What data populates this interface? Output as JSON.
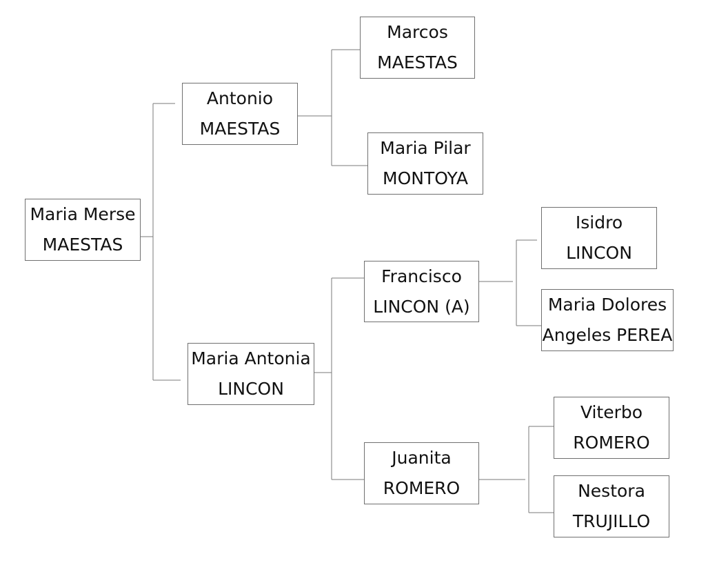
{
  "people": {
    "root": {
      "given": "Maria Merse",
      "surname": "MAESTAS"
    },
    "father": {
      "given": "Antonio",
      "surname": "MAESTAS"
    },
    "mother": {
      "given": "Maria Antonia",
      "surname": "LINCON"
    },
    "father_father": {
      "given": "Marcos",
      "surname": "MAESTAS"
    },
    "father_mother": {
      "given": "Maria Pilar",
      "surname": "MONTOYA"
    },
    "mother_father": {
      "given": "Francisco",
      "surname": "LINCON (A)"
    },
    "mother_mother": {
      "given": "Juanita",
      "surname": "ROMERO"
    },
    "mother_father_father": {
      "given": "Isidro",
      "surname": "LINCON"
    },
    "mother_father_mother": {
      "given": "Maria Dolores",
      "surname": "Angeles PEREA"
    },
    "mother_mother_father": {
      "given": "Viterbo",
      "surname": "ROMERO"
    },
    "mother_mother_mother": {
      "given": "Nestora",
      "surname": "TRUJILLO"
    }
  },
  "style": {
    "line_color": "#7a7a7a",
    "border_color": "#6f6f6f",
    "text_color": "#111111",
    "background": "#ffffff"
  }
}
